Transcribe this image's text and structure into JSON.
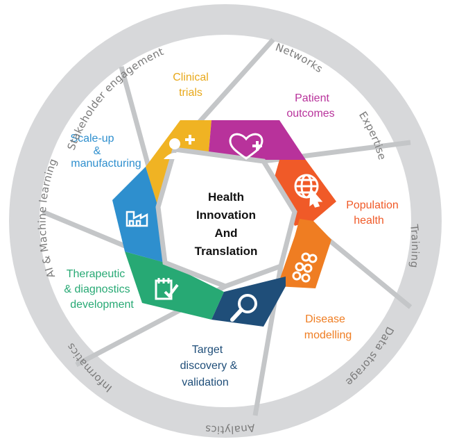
{
  "center": {
    "lines": [
      "Health",
      "Innovation",
      "And",
      "Translation"
    ]
  },
  "ring_labels": {
    "stakeholder": "Stakeholder engagement",
    "networks": "Networks",
    "expertise": "Expertise",
    "training": "Training",
    "data_storage": "Data storage",
    "analytics": "Analytics",
    "informatics": "Informatics",
    "ai_ml": "AI & Machine learning"
  },
  "segments": [
    {
      "key": "clinical",
      "lines": [
        "Clinical",
        "trials"
      ],
      "color": "#f0b323",
      "icon": "add-person-icon"
    },
    {
      "key": "patient",
      "lines": [
        "Patient",
        "outcomes"
      ],
      "color": "#b8329b",
      "icon": "heart-plus-icon"
    },
    {
      "key": "population",
      "lines": [
        "Population",
        "health"
      ],
      "color": "#f05a28",
      "icon": "globe-cursor-icon"
    },
    {
      "key": "disease",
      "lines": [
        "Disease",
        "modelling"
      ],
      "color": "#ef7d22",
      "icon": "cells-icon"
    },
    {
      "key": "target",
      "lines": [
        "Target",
        "discovery &",
        "validation"
      ],
      "color": "#1f4e79",
      "icon": "magnifier-icon"
    },
    {
      "key": "therapeutic",
      "lines": [
        "Therapeutic",
        "& diagnostics",
        "development"
      ],
      "color": "#27a974",
      "icon": "checklist-icon"
    },
    {
      "key": "scaleup",
      "lines": [
        "Scale-up",
        "&",
        "manufacturing"
      ],
      "color": "#2e8fce",
      "icon": "factory-icon"
    }
  ],
  "colors": {
    "ring": "#d7d8da",
    "divider": "#c4c6c8",
    "hub_outline": "#c4c6c8"
  }
}
